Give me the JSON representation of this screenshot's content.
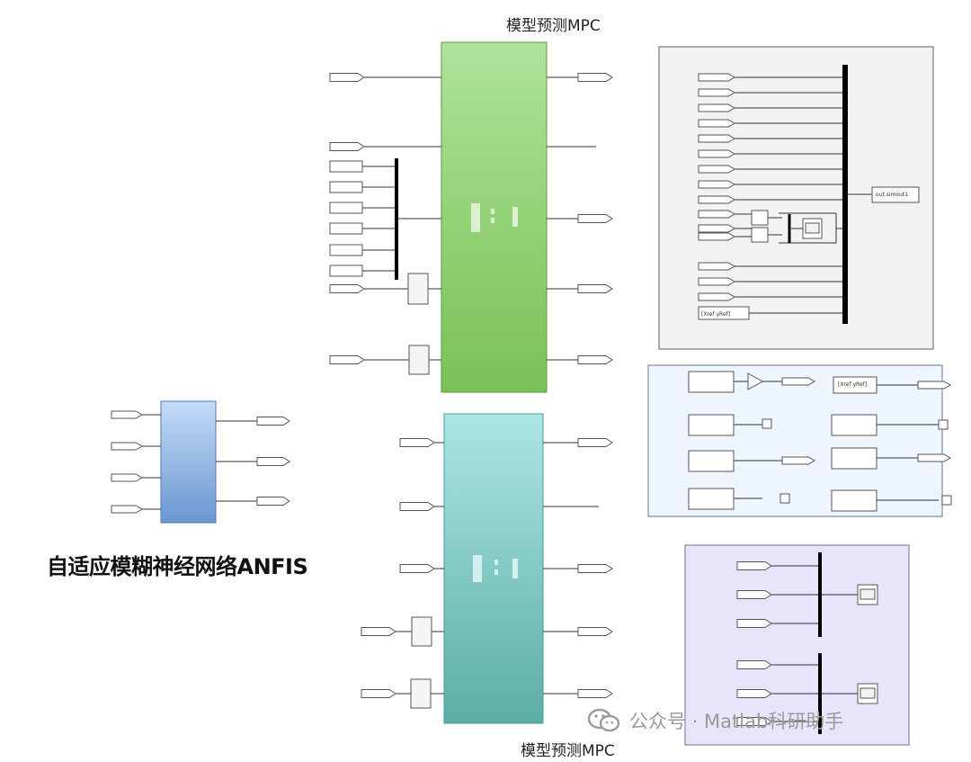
{
  "titles": {
    "mpc_top": "模型预测MPC",
    "mpc_bottom": "模型预测MPC",
    "anfis": "自适应模糊神经网络ANFIS"
  },
  "watermark": {
    "text": "公众号 · Matlab科研助手",
    "icon": "wechat-icon"
  },
  "labels": {
    "bus_output": "out.simout1",
    "goto_tag": "[Xref yRef]",
    "from_tag": "[Xref yRef]"
  },
  "colors": {
    "mpc_top_fill": "#a6dc8f",
    "mpc_top_fill_end": "#7cc35b",
    "mpc_bottom_fill": "#a8e2e3",
    "mpc_bottom_fill_end": "#5fb1a8",
    "anfis_fill": "#bcd7f5",
    "anfis_fill_end": "#6f9ad2",
    "area_gray": "#f2f2f2",
    "area_lightblue": "#eef5fd",
    "area_lavender": "#e7e5fb",
    "line": "#333333"
  }
}
